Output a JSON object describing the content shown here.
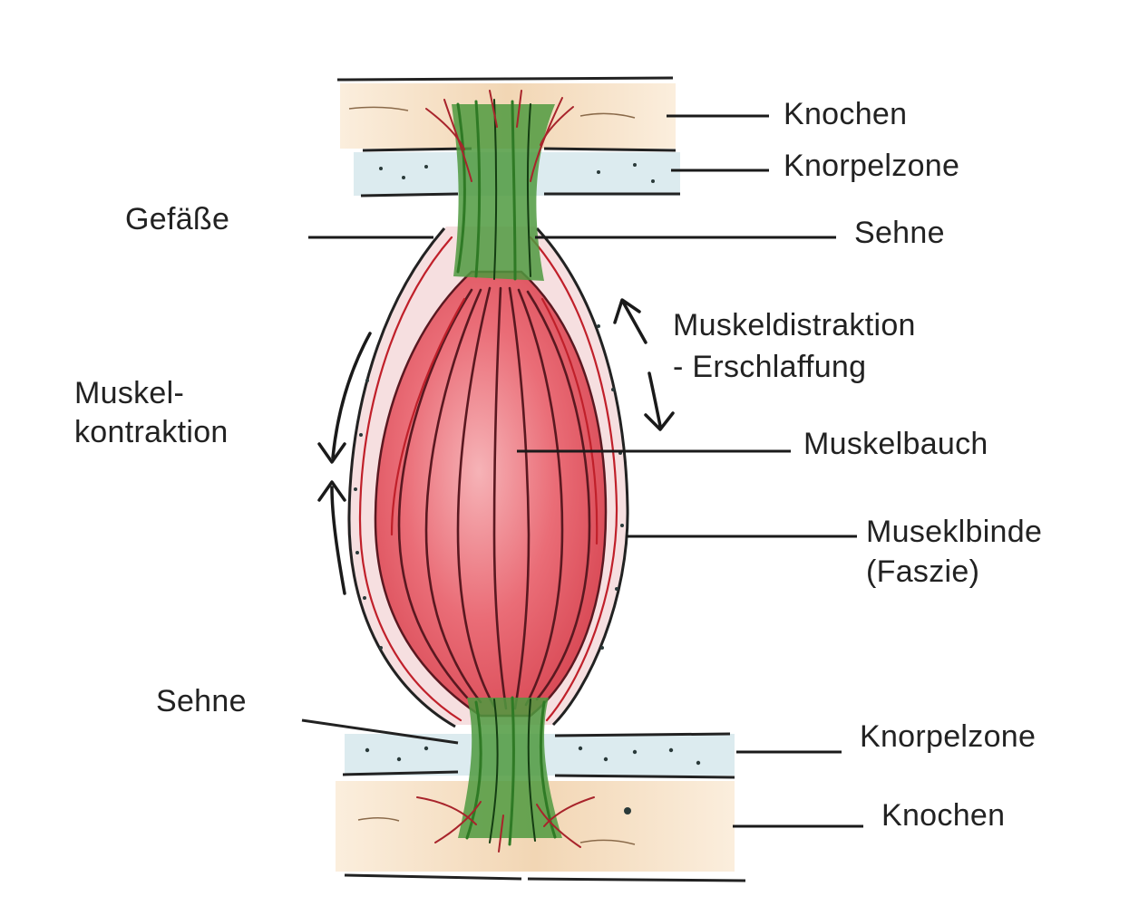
{
  "diagram": {
    "labels": {
      "knochen_top": "Knochen",
      "knorpelzone_top": "Knorpelzone",
      "gefaesse": "Gefäße",
      "sehne_top": "Sehne",
      "distraktion_line1": "Muskeldistraktion",
      "distraktion_line2": "- Erschlaffung",
      "kontraktion_line1": "Muskel-",
      "kontraktion_line2": "kontraktion",
      "muskelbauch": "Muskelbauch",
      "muskelbinde_line1": "Museklbinde",
      "muskelbinde_line2": "(Faszie)",
      "sehne_bottom": "Sehne",
      "knorpelzone_bottom": "Knorpelzone",
      "knochen_bottom": "Knochen"
    },
    "colors": {
      "bone": "#f3dcc0",
      "cartilage": "#dcebef",
      "muscle": "#e8707a",
      "muscle_light": "#f3a7ac",
      "tendon": "#2f7a25",
      "fascia_line": "#c0202a"
    }
  }
}
